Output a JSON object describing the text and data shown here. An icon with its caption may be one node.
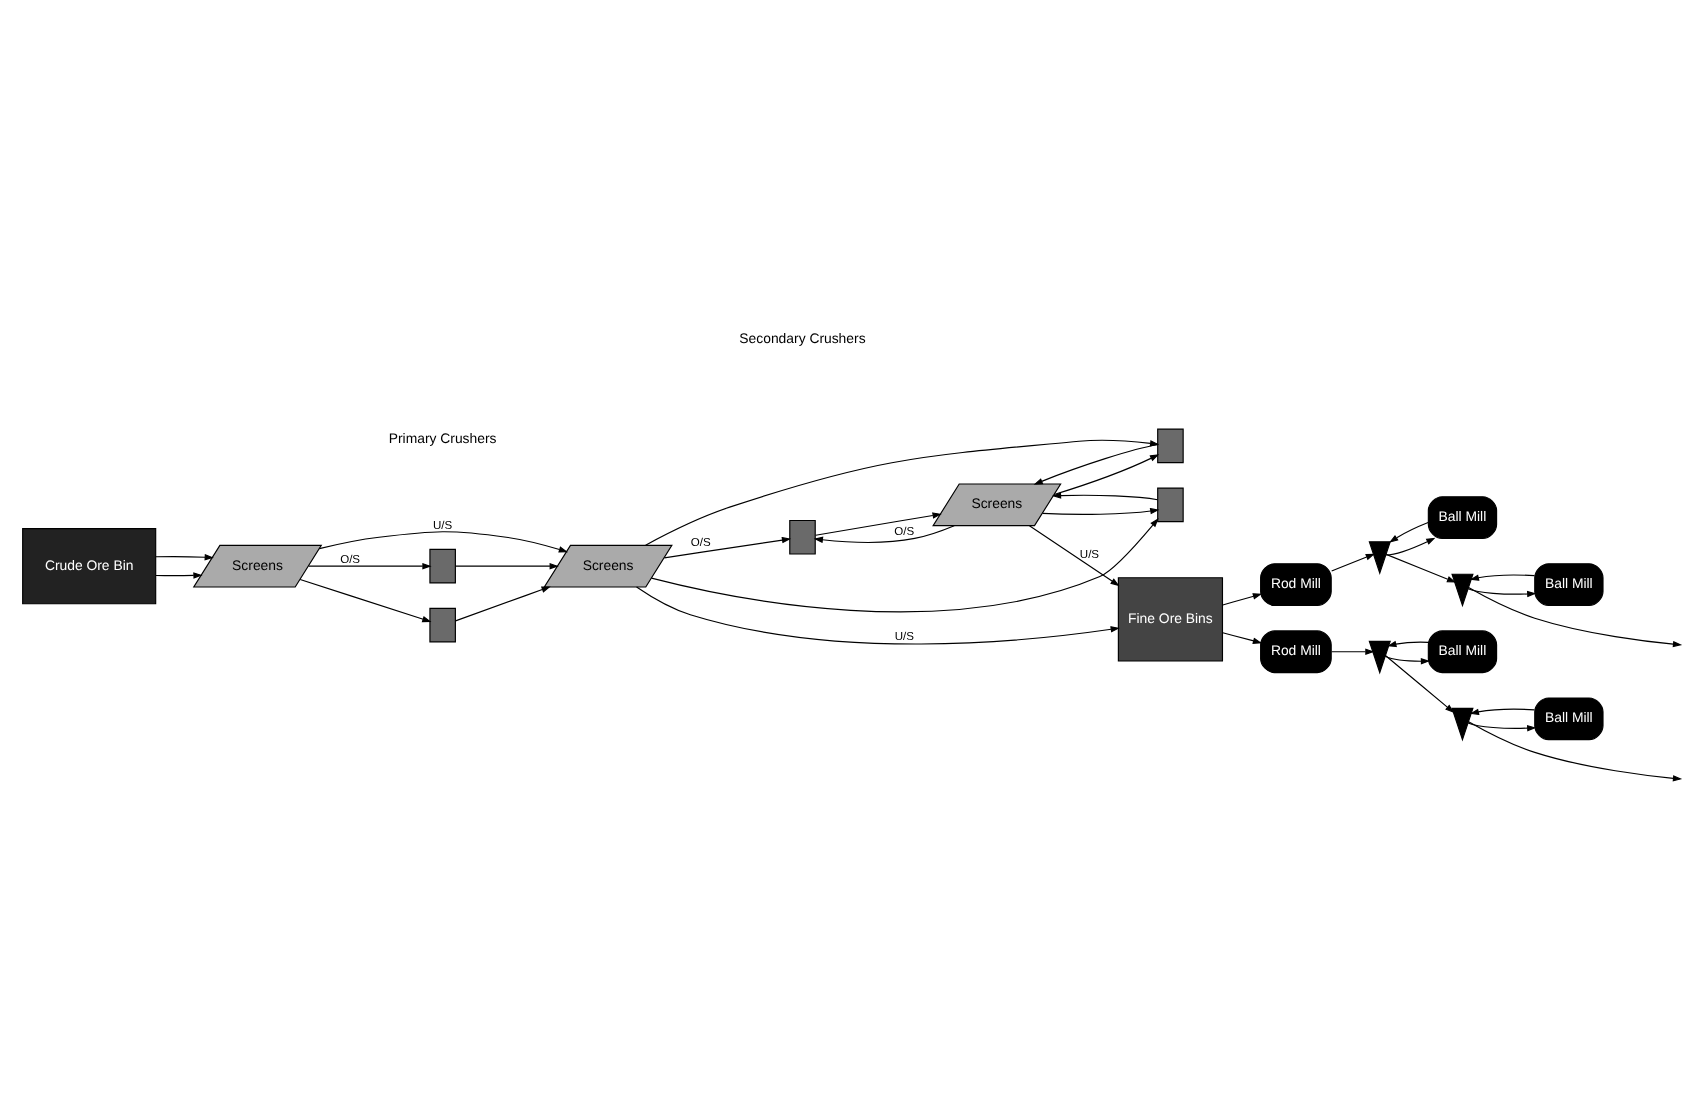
{
  "diagram": {
    "nodes": [
      {
        "text": [
          "Crude Ore Bin"
        ]
      },
      {
        "text": [
          "Screens"
        ]
      },
      {
        "text": [],
        "shape": "box"
      },
      {
        "text": [],
        "shape": "box"
      },
      {
        "text": [
          "Screens"
        ]
      },
      {
        "text": [],
        "shape": "box"
      },
      {
        "text": [],
        "shape": "box"
      },
      {
        "text": [],
        "shape": "box"
      },
      {
        "text": [
          "Screens"
        ]
      },
      {
        "text": [
          "Fine Ore Bins"
        ]
      },
      {
        "text": [
          "Rod Mill"
        ]
      },
      {
        "text": [],
        "shape": "cone"
      },
      {
        "text": [
          "Ball Mill"
        ]
      },
      {
        "text": [],
        "shape": "cone"
      },
      {
        "text": [
          "Ball Mill"
        ]
      },
      {
        "text": [
          "Rod Mill"
        ]
      },
      {
        "text": [],
        "shape": "cone"
      },
      {
        "text": [
          "Ball Mill"
        ]
      },
      {
        "text": [],
        "shape": "cone"
      },
      {
        "text": [
          "Ball Mill"
        ]
      }
    ],
    "edges": [
      {
        "from": 0,
        "to": 1,
        "arrow": "to"
      },
      {
        "from": 0,
        "to": 1,
        "arrow": "to"
      },
      {
        "from": 1,
        "to": 2,
        "arrow": "to",
        "label": "O/S"
      },
      {
        "from": 1,
        "to": 3,
        "arrow": "to"
      },
      {
        "from": 1,
        "to": 4,
        "arrow": "to",
        "label": "U/S"
      },
      {
        "from": 2,
        "to": 4,
        "arrow": "to"
      },
      {
        "from": 3,
        "to": 4,
        "arrow": "to"
      },
      {
        "from": 4,
        "to": 5,
        "arrow": "to",
        "label": "O/S"
      },
      {
        "from": 4,
        "to": 6,
        "arrow": "to"
      },
      {
        "from": 4,
        "to": 7,
        "arrow": "to"
      },
      {
        "from": 4,
        "to": 9,
        "arrow": "to",
        "label": "U/S"
      },
      {
        "from": 5,
        "to": 8,
        "arrow": "to"
      },
      {
        "from": 6,
        "to": 8,
        "arrow": "to"
      },
      {
        "from": 7,
        "to": 8,
        "arrow": "to"
      },
      {
        "from": 8,
        "to": 9,
        "arrow": "to",
        "label": "U/S"
      },
      {
        "from": 8,
        "to": 5,
        "arrow": "to",
        "label": "O/S"
      },
      {
        "from": 8,
        "to": 6,
        "arrow": "to"
      },
      {
        "from": 8,
        "to": 7,
        "arrow": "to"
      },
      {
        "from": 9,
        "to": 10,
        "arrow": "to"
      },
      {
        "from": 9,
        "to": 15,
        "arrow": "to"
      },
      {
        "from": 10,
        "to": 11,
        "arrow": "to"
      },
      {
        "from": 12,
        "to": 11,
        "arrow": "to"
      },
      {
        "from": 11,
        "to": 12,
        "arrow": "to"
      },
      {
        "from": 11,
        "to": 13,
        "arrow": "to"
      },
      {
        "from": 14,
        "to": 13,
        "arrow": "to"
      },
      {
        "from": 13,
        "to": 14,
        "arrow": "to"
      },
      {
        "from": 13,
        "to": null,
        "arrow": "to"
      },
      {
        "from": 15,
        "to": 16,
        "arrow": "to"
      },
      {
        "from": 17,
        "to": 16,
        "arrow": "to"
      },
      {
        "from": 16,
        "to": 17,
        "arrow": "to"
      },
      {
        "from": 16,
        "to": 18,
        "arrow": "to"
      },
      {
        "from": 19,
        "to": 18,
        "arrow": "to"
      },
      {
        "from": 18,
        "to": 19,
        "arrow": "to"
      },
      {
        "from": 18,
        "to": null,
        "arrow": "to"
      }
    ],
    "labels": [
      "Primary Crushers",
      "Secondary Crushers"
    ]
  }
}
